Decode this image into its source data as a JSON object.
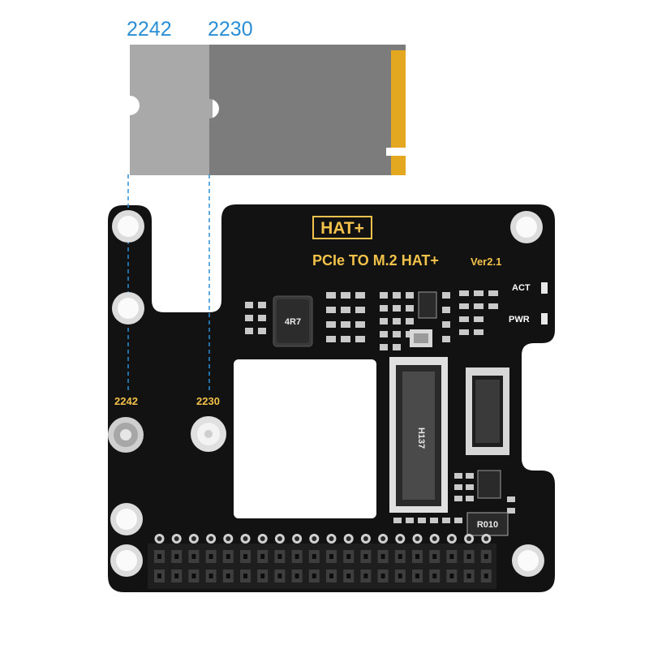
{
  "ssd_labels": {
    "long": "2242",
    "short": "2230"
  },
  "board": {
    "logo": "HAT+",
    "title": "PCIe TO M.2 HAT+",
    "version": "Ver2.1",
    "led_act": "ACT",
    "led_pwr": "PWR",
    "mount_long": "2242",
    "mount_short": "2230",
    "inductor_marking": "4R7",
    "resistor_marking": "R010",
    "connector_marking": "H137"
  },
  "colors": {
    "pcb": "#121212",
    "ssd_light": "#a9a9a9",
    "ssd_dark": "#7c7c7c",
    "gold": "#e3a81f",
    "label_blue": "#2b8fd6",
    "silkscreen_gold": "#f2c24a"
  }
}
